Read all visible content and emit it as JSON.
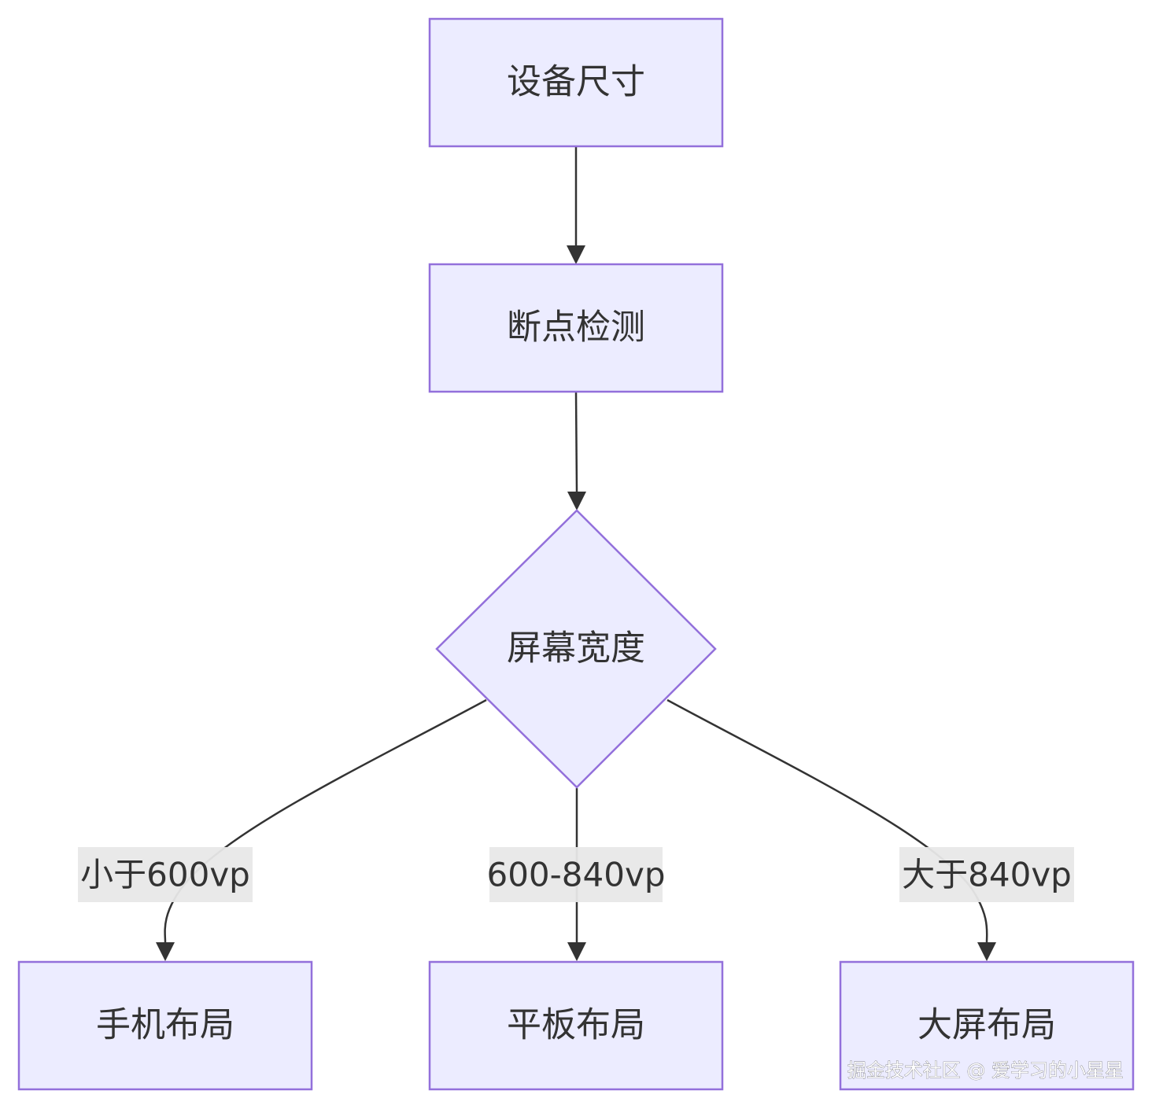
{
  "nodes": {
    "device_size": {
      "label": "设备尺寸"
    },
    "breakpoint_detect": {
      "label": "断点检测"
    },
    "screen_width": {
      "label": "屏幕宽度"
    },
    "phone_layout": {
      "label": "手机布局"
    },
    "tablet_layout": {
      "label": "平板布局"
    },
    "large_layout": {
      "label": "大屏布局"
    }
  },
  "edges": {
    "small": {
      "label": "小于600vp"
    },
    "medium": {
      "label": "600-840vp"
    },
    "large": {
      "label": "大于840vp"
    }
  },
  "watermark": {
    "text": "掘金技术社区 @ 爱学习的小星星"
  },
  "colors": {
    "node_fill": "#ececff",
    "node_stroke": "#9370db",
    "edge": "#333333",
    "label_bg": "#e8e8e8"
  }
}
